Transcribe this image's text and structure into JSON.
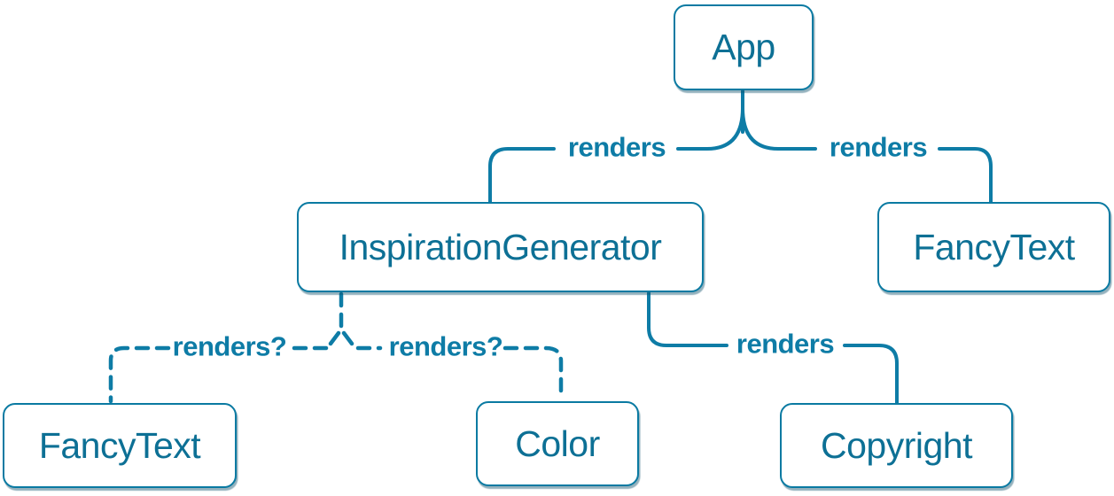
{
  "diagram": {
    "background_color": "#ffffff",
    "accent_color": "#0e7ca6",
    "node_text_color": "#0d7095",
    "node_border_color": "#0a7aa2",
    "nodes": [
      {
        "id": "app",
        "label": "App"
      },
      {
        "id": "inspiration-generator",
        "label": "InspirationGenerator"
      },
      {
        "id": "fancy-text-top",
        "label": "FancyText"
      },
      {
        "id": "fancy-text-bottom",
        "label": "FancyText"
      },
      {
        "id": "color",
        "label": "Color"
      },
      {
        "id": "copyright",
        "label": "Copyright"
      }
    ],
    "edges": [
      {
        "from": "App",
        "to": "InspirationGenerator",
        "label": "renders",
        "style": "solid"
      },
      {
        "from": "App",
        "to": "FancyText",
        "label": "renders",
        "style": "solid"
      },
      {
        "from": "InspirationGenerator",
        "to": "FancyText",
        "label": "renders?",
        "style": "dashed"
      },
      {
        "from": "InspirationGenerator",
        "to": "Color",
        "label": "renders?",
        "style": "dashed"
      },
      {
        "from": "InspirationGenerator",
        "to": "Copyright",
        "label": "renders",
        "style": "solid"
      }
    ]
  }
}
